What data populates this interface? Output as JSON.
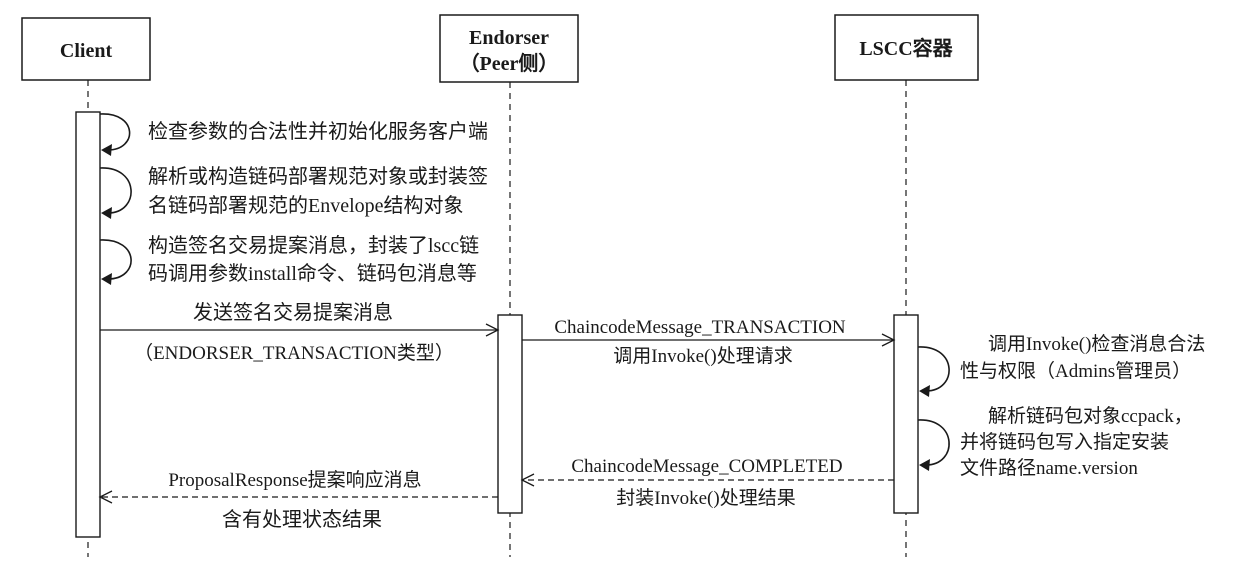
{
  "participants": [
    {
      "name": "Client"
    },
    {
      "name": "Endorser",
      "subtitle": "（Peer侧）"
    },
    {
      "name": "LSCC容器"
    }
  ],
  "client_self_calls": [
    {
      "lines": [
        "检查参数的合法性并初始化服务客户端"
      ]
    },
    {
      "lines": [
        "解析或构造链码部署规范对象或封装签",
        "名链码部署规范的Envelope结构对象"
      ]
    },
    {
      "lines": [
        "构造签名交易提案消息，封装了lscc链",
        "码调用参数install命令、链码包消息等"
      ]
    }
  ],
  "lscc_self_calls": [
    {
      "lines": [
        "调用Invoke()检查消息合法",
        "性与权限（Admins管理员）"
      ]
    },
    {
      "lines": [
        "解析链码包对象ccpack，",
        "并将链码包写入指定安装",
        "文件路径name.version"
      ]
    }
  ],
  "messages": [
    {
      "above": "发送签名交易提案消息",
      "below": "（ENDORSER_TRANSACTION类型）"
    },
    {
      "above": "ChaincodeMessage_TRANSACTION",
      "below": "调用Invoke()处理请求"
    },
    {
      "above": "ChaincodeMessage_COMPLETED",
      "below": "封装Invoke()处理结果"
    },
    {
      "above": "ProposalResponse提案响应消息",
      "below": "含有处理状态结果"
    }
  ]
}
